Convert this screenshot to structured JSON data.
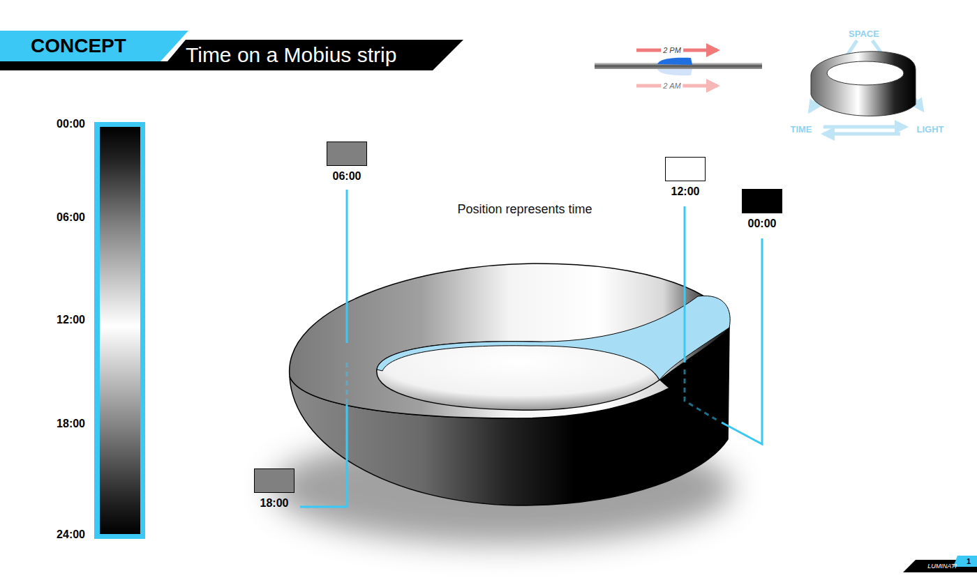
{
  "diagram": {
    "nodes": [
      {
        "text": [
          "CONCEPT"
        ]
      },
      {
        "text": [
          "Time on a Mobius strip"
        ]
      },
      {
        "text": [
          "06:00"
        ]
      },
      {
        "text": [
          "12:00"
        ]
      },
      {
        "text": [
          "00:00"
        ]
      },
      {
        "text": [
          "18:00"
        ]
      }
    ],
    "labels": [
      "00:00",
      "06:00",
      "12:00",
      "18:00",
      "24:00",
      "Position represents time",
      "2 PM",
      "2 AM",
      "SPACE",
      "TIME",
      "LIGHT",
      "LUMINATI",
      "1"
    ]
  }
}
